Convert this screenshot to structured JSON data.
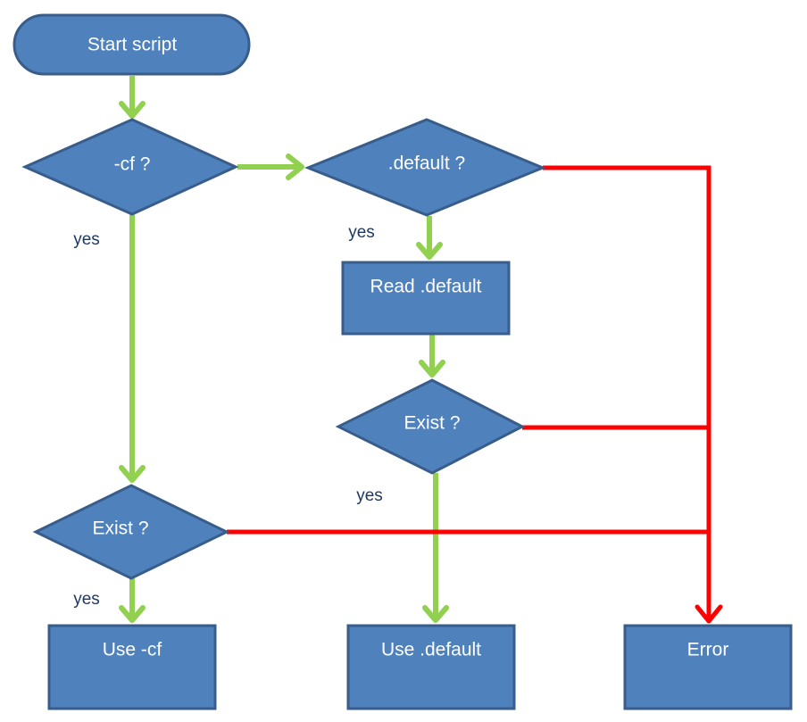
{
  "nodes": {
    "start": "Start script",
    "cf_check": "-cf ?",
    "default_check": ".default ?",
    "read_default": "Read .default",
    "default_exist": "Exist ?",
    "cf_exist": "Exist ?",
    "use_cf": "Use -cf",
    "use_default": "Use .default",
    "error": "Error"
  },
  "edge_labels": {
    "cf_yes": "yes",
    "default_yes": "yes",
    "default_exist_yes": "yes",
    "cf_exist_yes": "yes"
  },
  "colors": {
    "shape_fill": "#4f81bd",
    "shape_border": "#385d8a",
    "yes_path": "#92d050",
    "error_path": "#ff0000",
    "label_text": "#1f3864"
  }
}
